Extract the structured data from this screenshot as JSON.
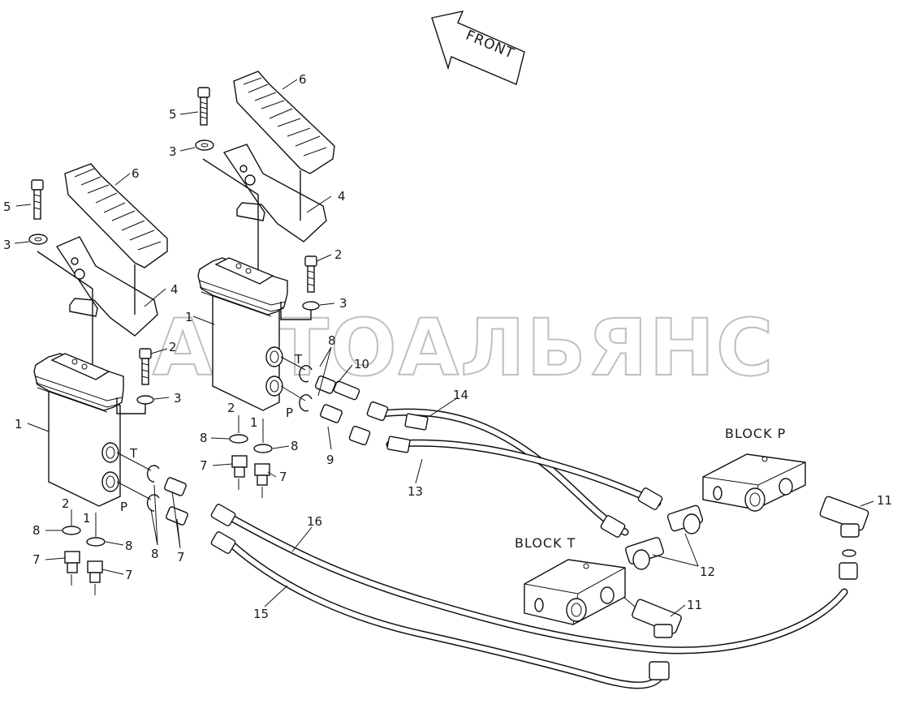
{
  "front_label": "FRONT",
  "block_labels": {
    "block_p": "BLOCK P",
    "block_t": "BLOCK T"
  },
  "port_labels": {
    "t": "T",
    "p": "P"
  },
  "watermark": "АВТОАЛЬЯНС",
  "callouts": [
    "1",
    "2",
    "3",
    "4",
    "5",
    "6",
    "7",
    "8",
    "9",
    "10",
    "11",
    "12",
    "13",
    "14",
    "15",
    "16"
  ],
  "colors": {
    "line": "#111111",
    "watermark": "#b5b5b5",
    "background": "#ffffff"
  }
}
